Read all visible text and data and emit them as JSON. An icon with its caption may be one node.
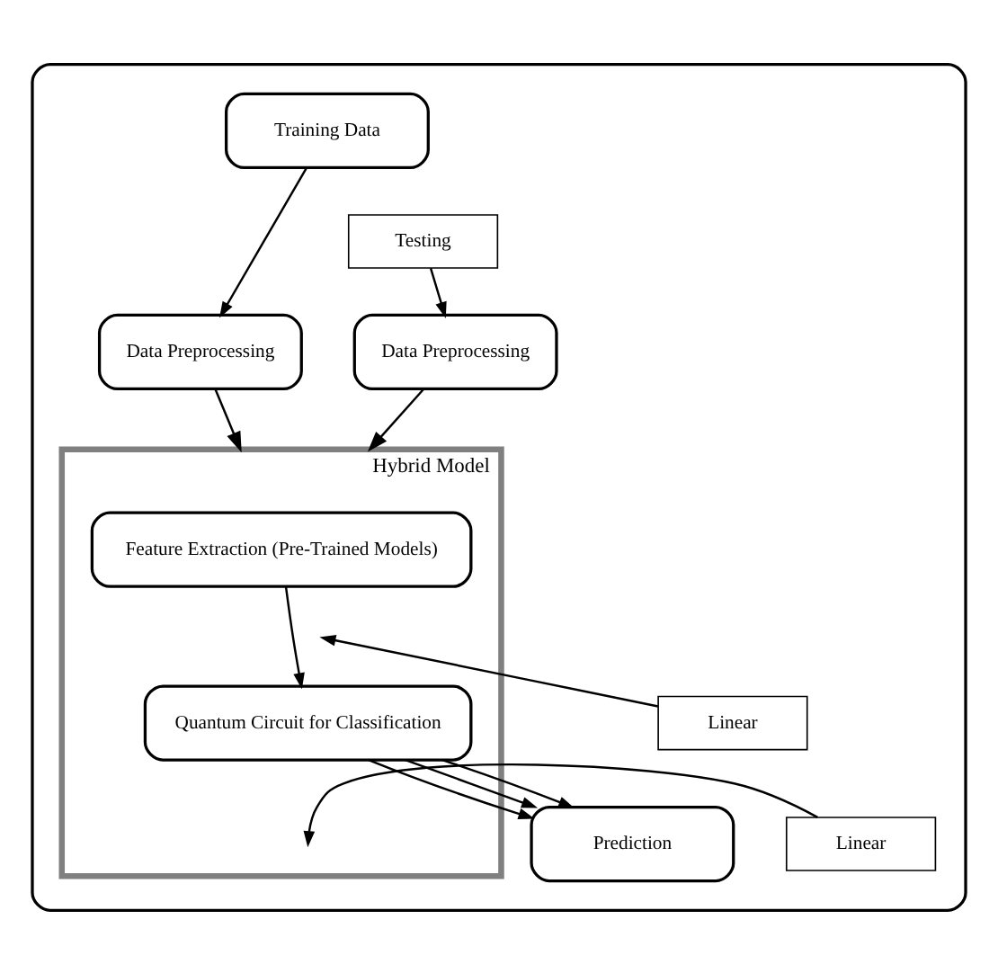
{
  "diagram": {
    "nodes": [
      {
        "text": [],
        "shape": "box"
      },
      {
        "text": [
          "Training Data"
        ],
        "in": 0
      },
      {
        "text": [
          "Data Preprocessing"
        ],
        "in": 0
      },
      {
        "text": [
          "Testing"
        ],
        "in": 0
      },
      {
        "text": [
          "Data Preprocessing"
        ],
        "in": 0
      },
      {
        "text": [
          "Hybrid Model"
        ],
        "in": 0
      },
      {
        "text": [
          "Feature Extraction (Pre-Trained Models)"
        ],
        "in": 5
      },
      {
        "text": [
          "Linear"
        ],
        "in": 0
      },
      {
        "text": [
          "Quantum Circuit for Classification"
        ],
        "in": 5
      },
      {
        "text": [
          "Linear"
        ],
        "in": 0
      },
      {
        "text": [
          "Prediction"
        ],
        "in": 0
      }
    ],
    "edges": [
      {
        "from": 1,
        "to": 2,
        "arrow": "to"
      },
      {
        "from": 2,
        "to": 5,
        "arrow": "to"
      },
      {
        "from": 3,
        "to": 4,
        "arrow": "to"
      },
      {
        "from": 4,
        "to": 5,
        "arrow": "to"
      },
      {
        "from": 6,
        "to": 8,
        "arrow": "to"
      },
      {
        "from": 7,
        "to": null,
        "arrow": "to"
      },
      {
        "from": 9,
        "to": null,
        "arrow": "to"
      },
      {
        "from": 8,
        "to": 10,
        "arrow": "to"
      },
      {
        "from": 8,
        "to": 10,
        "arrow": "to"
      },
      {
        "from": 8,
        "to": 10,
        "arrow": "to"
      }
    ]
  }
}
